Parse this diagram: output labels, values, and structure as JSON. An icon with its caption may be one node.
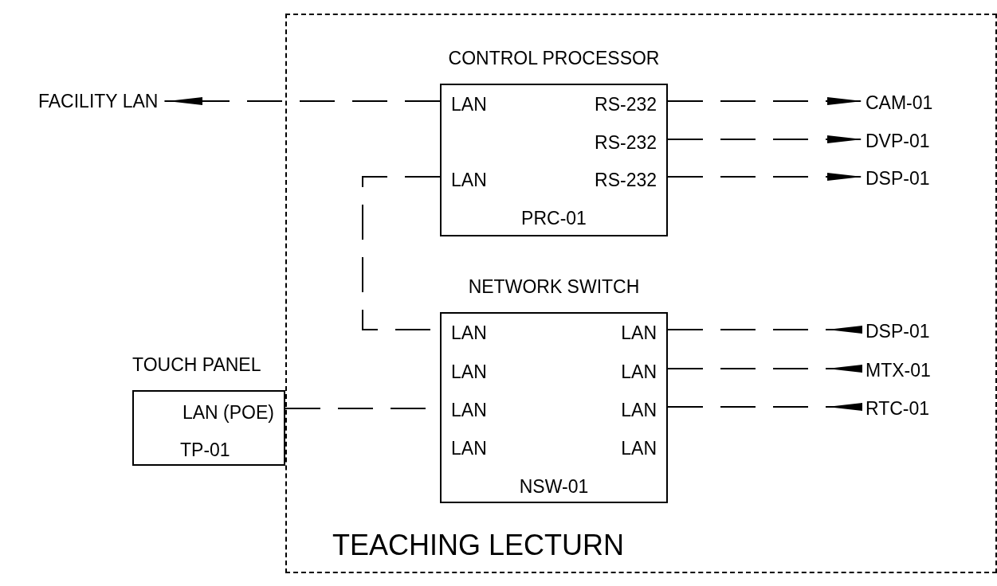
{
  "diagram": {
    "nodes": [
      {
        "text": [
          "TEACHING LECTURN"
        ]
      },
      {
        "text": [
          "CONTROL PROCESSOR",
          "LAN",
          "RS-232",
          "RS-232",
          "LAN",
          "RS-232",
          "PRC-01"
        ],
        "in": 0
      },
      {
        "text": [
          "NETWORK SWITCH",
          "LAN",
          "LAN",
          "LAN",
          "LAN",
          "LAN",
          "LAN",
          "LAN",
          "LAN",
          "NSW-01"
        ],
        "in": 0
      },
      {
        "text": [
          "TOUCH PANEL",
          "LAN (POE)",
          "TP-01"
        ]
      },
      {
        "text": [
          "FACILITY LAN"
        ]
      },
      {
        "text": [
          "CAM-01"
        ],
        "in": 0
      },
      {
        "text": [
          "DVP-01"
        ],
        "in": 0
      },
      {
        "text": [
          "DSP-01"
        ],
        "in": 0
      },
      {
        "text": [
          "DSP-01"
        ],
        "in": 0
      },
      {
        "text": [
          "MTX-01"
        ],
        "in": 0
      },
      {
        "text": [
          "RTC-01"
        ],
        "in": 0
      }
    ],
    "edges": [
      {
        "from": 1,
        "to": 4,
        "arrow": "to",
        "style": "dashed"
      },
      {
        "from": 1,
        "to": 5,
        "arrow": "to",
        "style": "dashed"
      },
      {
        "from": 1,
        "to": 6,
        "arrow": "to",
        "style": "dashed"
      },
      {
        "from": 1,
        "to": 7,
        "arrow": "to",
        "style": "dashed"
      },
      {
        "from": 1,
        "to": 2,
        "arrow": "none",
        "style": "dashed"
      },
      {
        "from": 3,
        "to": 2,
        "arrow": "none",
        "style": "dashed"
      },
      {
        "from": 2,
        "to": 8,
        "arrow": "other",
        "style": "dashed"
      },
      {
        "from": 2,
        "to": 9,
        "arrow": "other",
        "style": "dashed"
      },
      {
        "from": 2,
        "to": 10,
        "arrow": "other",
        "style": "dashed"
      }
    ]
  }
}
